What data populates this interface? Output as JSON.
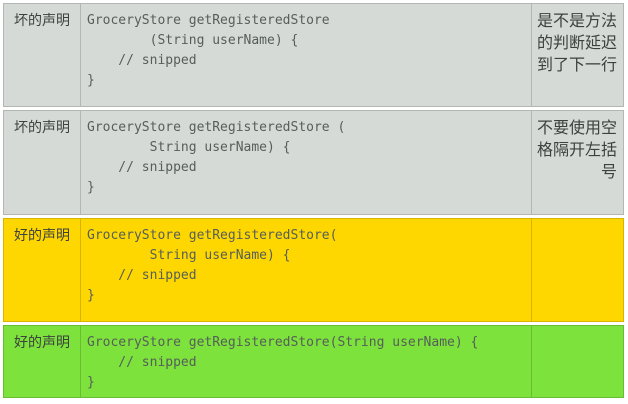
{
  "colors": {
    "gray": "#d5dad7",
    "yellow": "#ffd700",
    "green": "#7de23c",
    "border": "rgba(0,0,0,0.16)"
  },
  "table": {
    "rows": [
      {
        "label": "坏的声明",
        "tone": "gray",
        "code": "GroceryStore getRegisteredStore\n        (String userName) {\n    // snipped\n}",
        "note": "是不是方法的判断延迟到了下一行"
      },
      {
        "label": "坏的声明",
        "tone": "gray",
        "code": "GroceryStore getRegisteredStore (\n        String userName) {\n    // snipped\n}",
        "note": "不要使用空格隔开左括号"
      },
      {
        "label": "好的声明",
        "tone": "yellow",
        "code": "GroceryStore getRegisteredStore(\n        String userName) {\n    // snipped\n}",
        "note": ""
      },
      {
        "label": "好的声明",
        "tone": "green",
        "code": "GroceryStore getRegisteredStore(String userName) {\n    // snipped\n}",
        "note": ""
      }
    ]
  }
}
